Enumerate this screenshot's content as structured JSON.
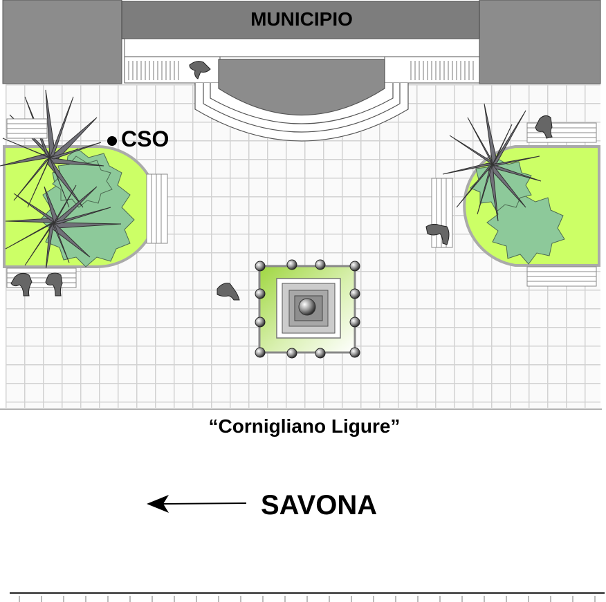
{
  "building": {
    "label": "MUNICIPIO"
  },
  "marker": {
    "label": "CSO"
  },
  "square": {
    "name": "“Cornigliano Ligure”"
  },
  "direction": {
    "label": "SAVONA",
    "arrow": "left-arrow"
  },
  "colors": {
    "building": "#8c8c8c",
    "roof_band": "#7a7a7a",
    "grass": "#ccff66",
    "shrub": "#8dc99a",
    "palm": "#707078",
    "paving_grid": "#d6d6d6",
    "bench": "#b0b0b0"
  }
}
